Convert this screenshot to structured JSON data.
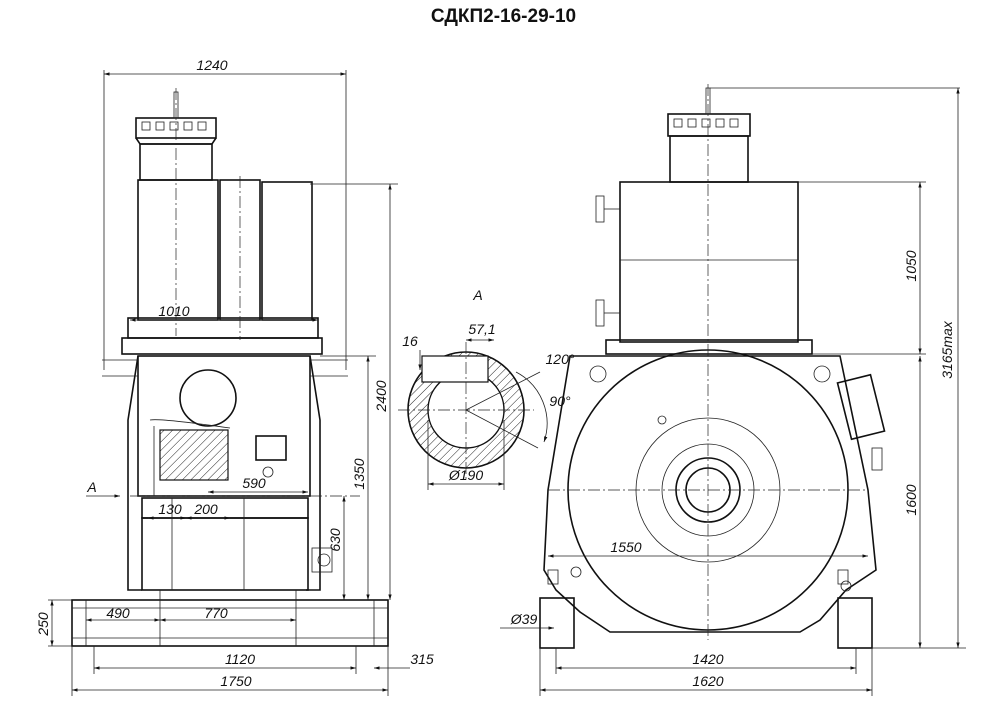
{
  "title": "СДКП2-16-29-10",
  "side_view": {
    "dims": {
      "width_top": "1240",
      "base_frame_width": "1010",
      "height_total": "2400",
      "height_shaft": "1350",
      "height_630": "630",
      "height_250": "250",
      "shaft_offset": "590",
      "d130": "130",
      "d200": "200",
      "d490": "490",
      "d770": "770",
      "d1120": "1120",
      "d315": "315",
      "d1750": "1750"
    },
    "section_marker": "А"
  },
  "section_a": {
    "label": "А",
    "dims": {
      "d57": "57,1",
      "d16": "16",
      "angle120": "120°",
      "angle90": "90°",
      "dia190": "Ø190"
    }
  },
  "front_view": {
    "dims": {
      "h1050": "1050",
      "h3165": "3165max",
      "h1600": "1600",
      "d1550": "1550",
      "dia39": "Ø39",
      "d1420": "1420",
      "d1620": "1620"
    }
  }
}
